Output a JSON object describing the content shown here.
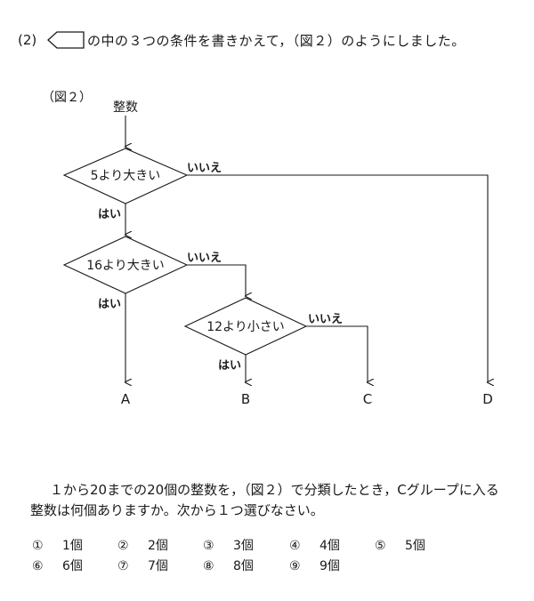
{
  "question": {
    "number": "(2)",
    "intro_text": "の中の３つの条件を書きかえて，（図２）のようにしました。",
    "figure_label": "（図２）"
  },
  "flowchart": {
    "start_label": "整数",
    "conditions": [
      "5より大きい",
      "16より大きい",
      "12より小さい"
    ],
    "yes_label": "はい",
    "no_label": "いいえ",
    "outputs": [
      "A",
      "B",
      "C",
      "D"
    ]
  },
  "sub_question": {
    "line1": "１から20までの20個の整数を，（図２）で分類したとき，Cグループに入る",
    "line2": "整数は何個ありますか。次から１つ選びなさい。"
  },
  "choices": [
    {
      "mark": "①",
      "label": "1個"
    },
    {
      "mark": "②",
      "label": "2個"
    },
    {
      "mark": "③",
      "label": "3個"
    },
    {
      "mark": "④",
      "label": "4個"
    },
    {
      "mark": "⑤",
      "label": "5個"
    },
    {
      "mark": "⑥",
      "label": "6個"
    },
    {
      "mark": "⑦",
      "label": "7個"
    },
    {
      "mark": "⑧",
      "label": "8個"
    },
    {
      "mark": "⑨",
      "label": "9個"
    }
  ]
}
